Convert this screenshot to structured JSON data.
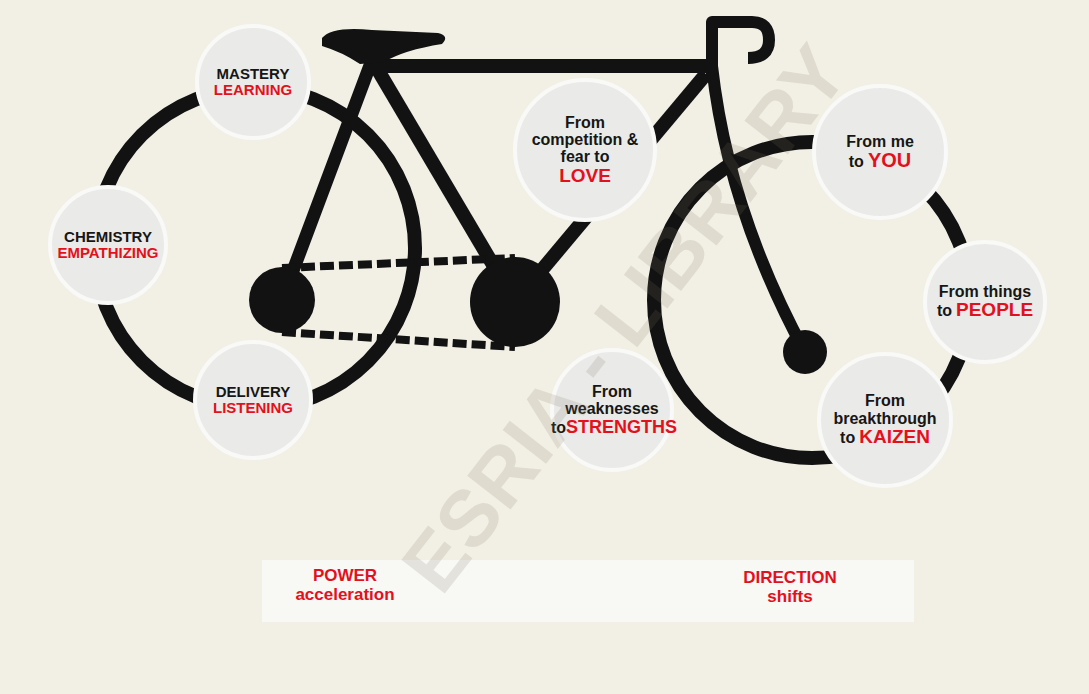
{
  "diagram": {
    "nodes": [
      {
        "text": [
          "MASTERY",
          "LEARNING"
        ]
      },
      {
        "text": [
          "CHEMISTRY",
          "EMPATHIZING"
        ]
      },
      {
        "text": [
          "DELIVERY",
          "LISTENING"
        ]
      },
      {
        "text": [
          "From competition & fear to",
          "LOVE"
        ]
      },
      {
        "text": [
          "From me to",
          "YOU"
        ]
      },
      {
        "text": [
          "From things to",
          "PEOPLE"
        ]
      },
      {
        "text": [
          "From weaknesses to",
          "STRENGTHS"
        ]
      },
      {
        "text": [
          "From breakthrough to",
          "KAIZEN"
        ]
      }
    ],
    "labels": [
      "POWER acceleration",
      "DIRECTION shifts",
      "ESRIA - LIBRARY"
    ]
  }
}
